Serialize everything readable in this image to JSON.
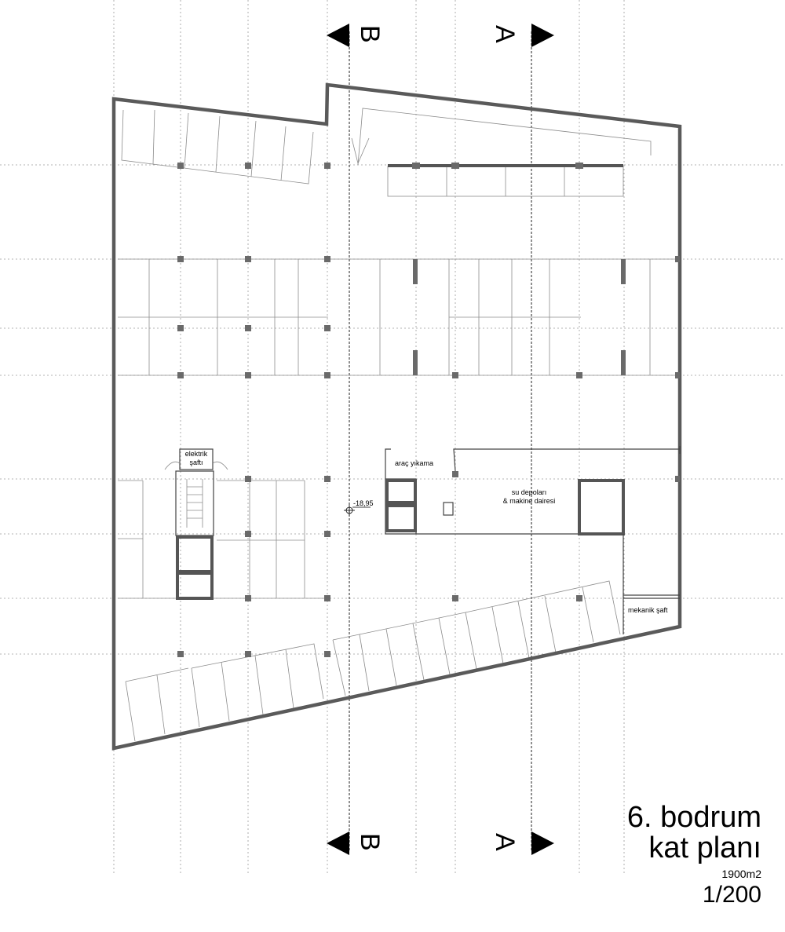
{
  "sections": {
    "a_label": "A",
    "b_label": "B"
  },
  "rooms": {
    "elektrik_line1": "elektrik",
    "elektrik_line2": "şaftı",
    "arac_yikama": "araç yıkama",
    "su_depolari_line1": "su depoları",
    "su_depolari_line2": "& makine dairesi",
    "mekanik_saft": "mekanik şaft"
  },
  "level_marker": "-18,95",
  "title": {
    "line1": "6. bodrum",
    "line2": "kat planı",
    "area": "1900m2",
    "scale": "1/200"
  }
}
